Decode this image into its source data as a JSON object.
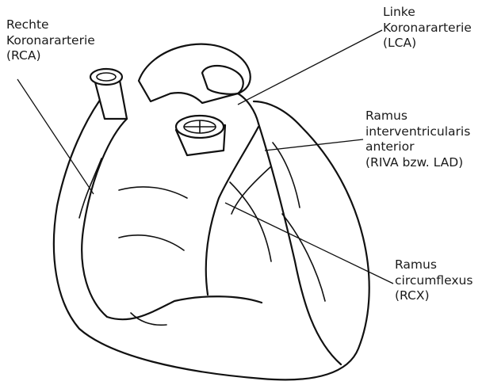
{
  "labels": {
    "rca": {
      "lines": [
        "Rechte",
        "Koronararterie",
        "(RCA)"
      ]
    },
    "lca": {
      "lines": [
        "Linke",
        "Koronararterie",
        "(LCA)"
      ]
    },
    "riva": {
      "lines": [
        "Ramus",
        "interventricularis",
        "anterior",
        "(RIVA bzw. LAD)"
      ]
    },
    "rcx": {
      "lines": [
        "Ramus",
        "circumflexus",
        "(RCX)"
      ]
    }
  },
  "colors": {
    "ink": "#111111",
    "text": "#1a1a1a",
    "background": "#ffffff"
  }
}
